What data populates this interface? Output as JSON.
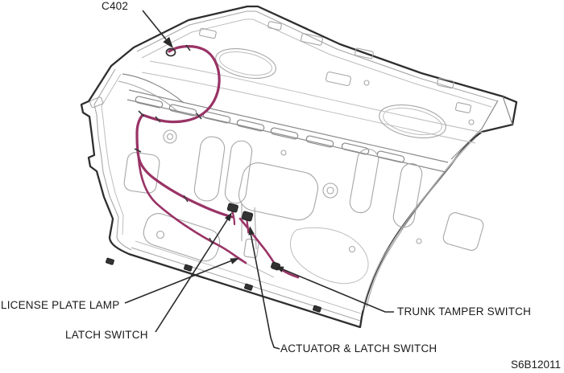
{
  "diagram": {
    "type": "service-manual-illustration",
    "subject": "Trunk lid inner panel with wiring harness routing",
    "figure_code": "S6B12011",
    "callouts": {
      "c402": {
        "text": "C402"
      },
      "license_plate_lamp": {
        "text": "LICENSE PLATE LAMP"
      },
      "latch_switch": {
        "text": "LATCH SWITCH"
      },
      "actuator_latch_switch": {
        "text": "ACTUATOR & LATCH SWITCH"
      },
      "trunk_tamper_switch": {
        "text": "TRUNK TAMPER SWITCH"
      }
    },
    "colors": {
      "harness": "#993366",
      "outline": "#2e2e2e",
      "panel_line": "#a6a6a6",
      "label_text": "#1a1a1a",
      "background": "#ffffff"
    }
  }
}
